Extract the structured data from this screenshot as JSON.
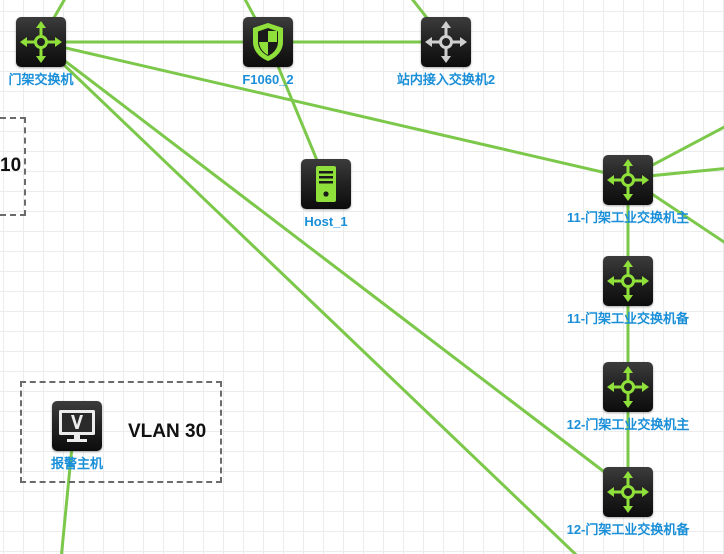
{
  "colors": {
    "link": "#7cc84a",
    "label": "#1a8fd8",
    "icon_accent": "#8fe03a",
    "icon_muted": "#d0d0d0"
  },
  "groups": {
    "vlan_10": {
      "label": "10"
    },
    "vlan_30": {
      "label": "VLAN 30"
    }
  },
  "nodes": {
    "gantry_switch": {
      "label": "门架交换机",
      "icon": "switch-icon"
    },
    "firewall": {
      "label": "F1060_2",
      "icon": "firewall-shield-icon"
    },
    "station_access_switch": {
      "label": "站内接入交换机2",
      "icon": "switch-icon"
    },
    "host_1": {
      "label": "Host_1",
      "icon": "server-icon"
    },
    "sw11_main": {
      "label": "11-门架工业交换机主",
      "icon": "switch-icon"
    },
    "sw11_backup": {
      "label": "11-门架工业交换机备",
      "icon": "switch-icon"
    },
    "sw12_main": {
      "label": "12-门架工业交换机主",
      "icon": "switch-icon"
    },
    "sw12_backup": {
      "label": "12-门架工业交换机备",
      "icon": "switch-icon"
    },
    "alarm_host": {
      "label": "报警主机",
      "icon": "monitor-icon"
    }
  }
}
